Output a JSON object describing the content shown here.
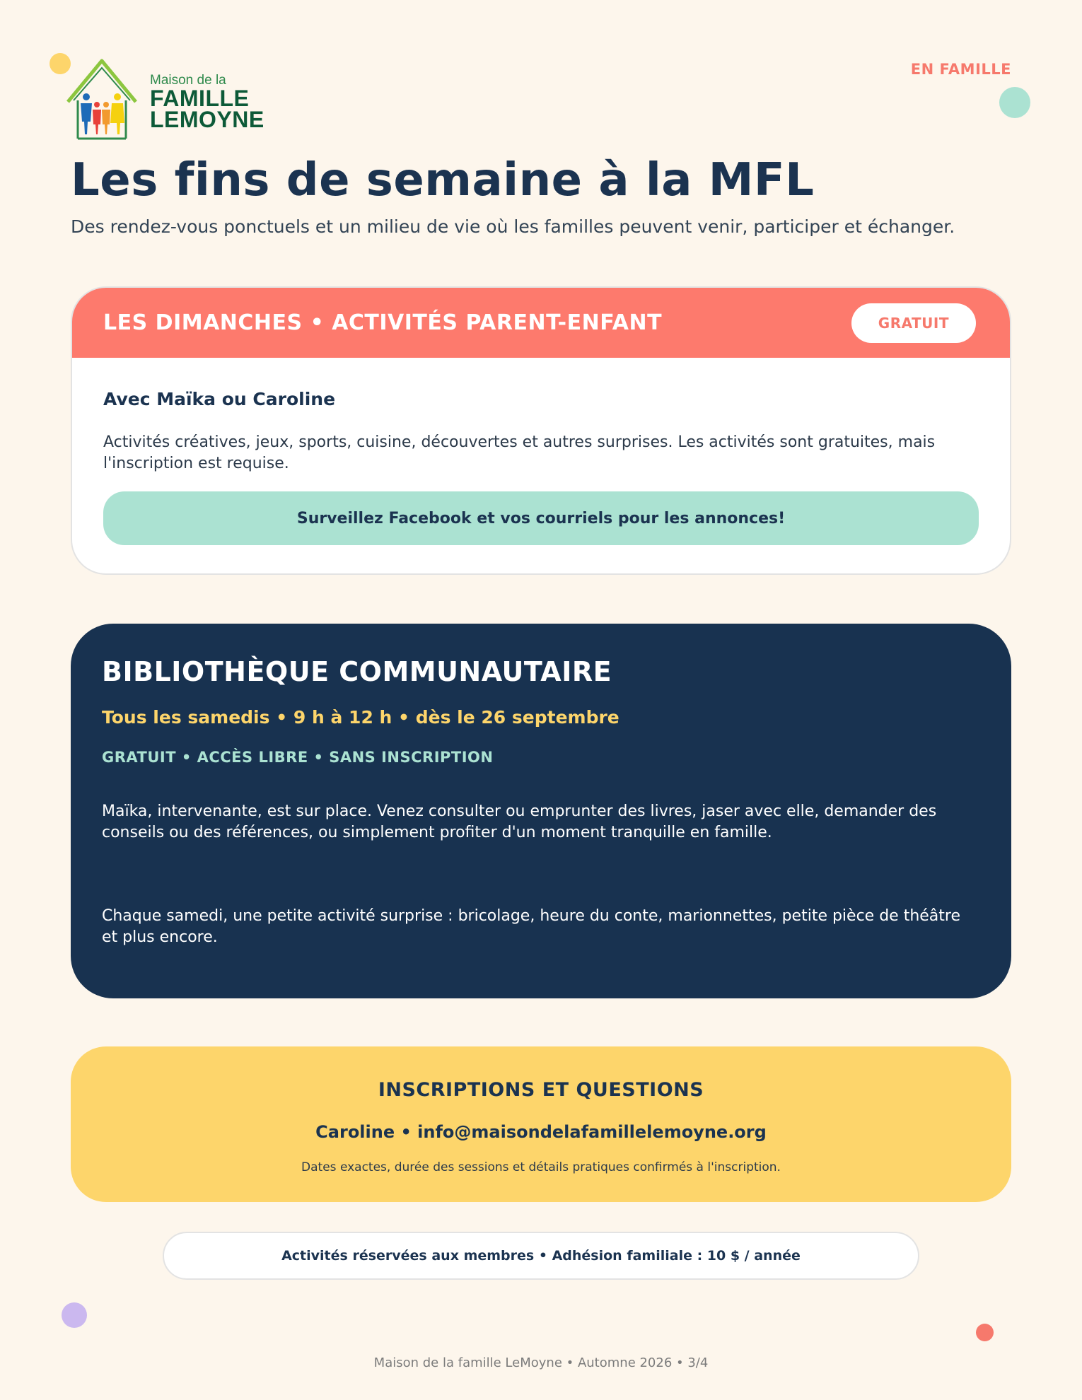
{
  "logo": {
    "line1": "Maison de la",
    "line2": "FAMILLE",
    "line3": "LEMOYNE"
  },
  "corner_tag": "EN FAMILLE",
  "title": "Les fins de semaine à la MFL",
  "subtitle": "Des rendez-vous ponctuels et un milieu de vie où les familles peuvent venir, participer et échanger.",
  "sundays": {
    "header": "LES DIMANCHES • ACTIVITÉS PARENT-ENFANT",
    "badge": "GRATUIT",
    "with": "Avec Maïka ou Caroline",
    "description": "Activités créatives, jeux, sports, cuisine, découvertes et autres surprises. Les activités sont gratuites, mais l'inscription est requise.",
    "callout": "Surveillez Facebook et vos courriels pour les annonces!"
  },
  "library": {
    "title": "BIBLIOTHÈQUE COMMUNAUTAIRE",
    "schedule": "Tous les samedis • 9 h à 12 h • dès le 26 septembre",
    "tags": "GRATUIT • ACCÈS LIBRE • SANS INSCRIPTION",
    "paragraph1": "Maïka, intervenante, est sur place. Venez consulter ou emprunter des livres, jaser avec elle, demander des conseils ou des références, ou simplement profiter d'un moment tranquille en famille.",
    "paragraph2": "Chaque samedi, une petite activité surprise : bricolage, heure du conte, marionnettes, petite pièce de théâtre et plus encore."
  },
  "contact": {
    "title": "INSCRIPTIONS ET QUESTIONS",
    "line": "Caroline • info@maisondelafamillelemoyne.org",
    "note": "Dates exactes, durée des sessions et détails pratiques confirmés à l'inscription."
  },
  "membership": "Activités réservées aux membres • Adhésion familiale : 10 $ / année",
  "footer": "Maison de la famille LeMoyne  •  Automne 2026  •  3/4",
  "colors": {
    "background": "#fdf6ec",
    "navy": "#183250",
    "coral": "#fd7a6d",
    "mint": "#abe2d2",
    "yellow": "#fdd56b",
    "purple": "#cbb8ef"
  }
}
